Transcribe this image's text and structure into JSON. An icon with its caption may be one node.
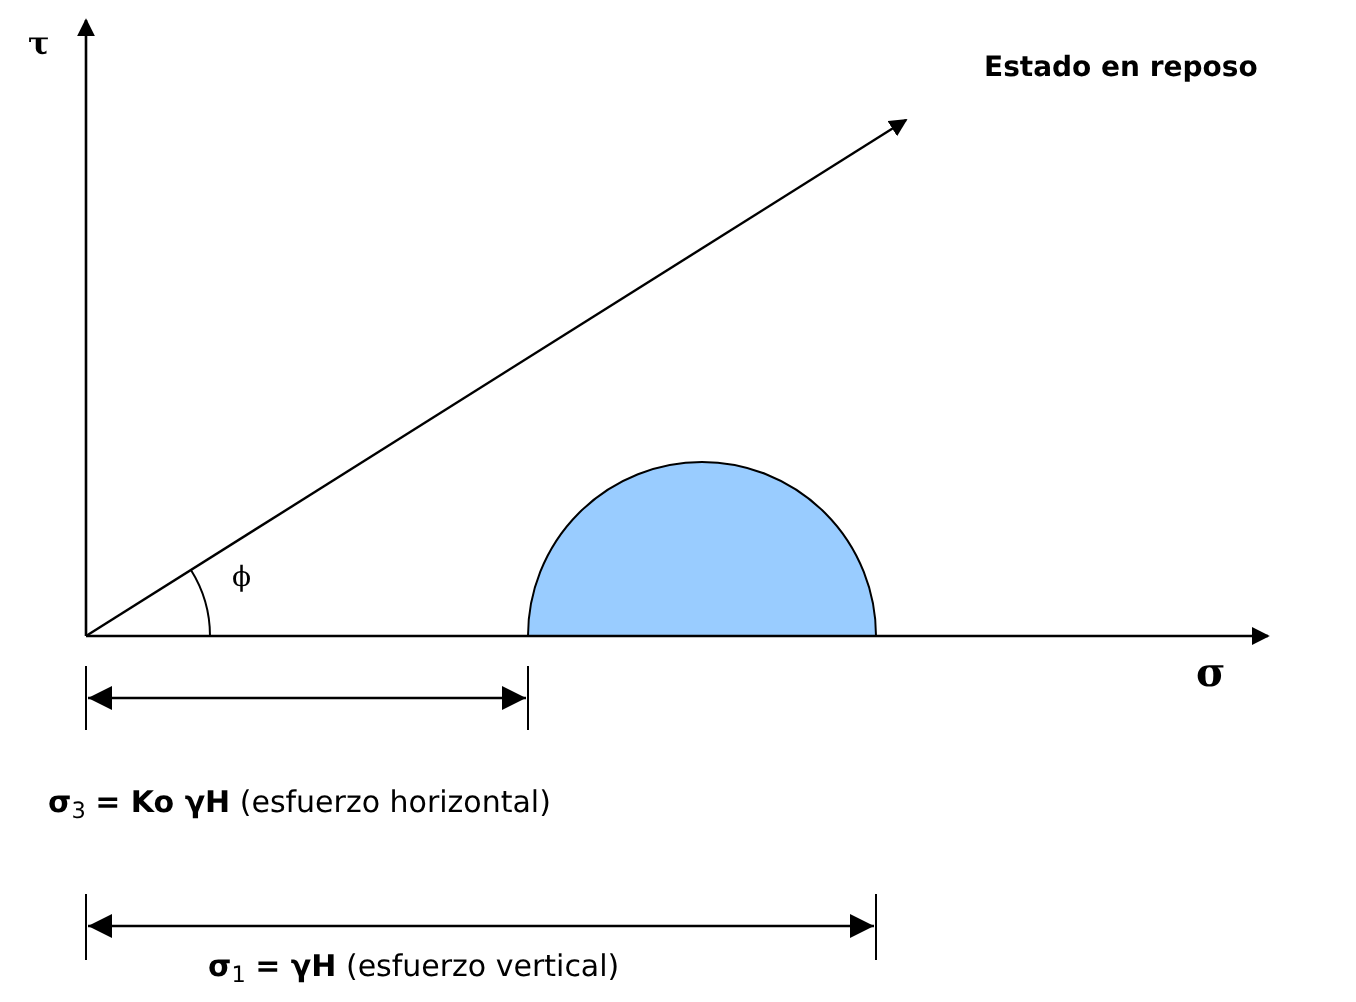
{
  "diagram": {
    "title": "Estado en reposo",
    "nodes": [
      {
        "text": [],
        "shape": "semicircle"
      }
    ],
    "labels": [
      "τ",
      "ϕ",
      "σ",
      "**σ**$_{3}$ **= Ko γH** (esfuerzo horizontal)",
      "**σ**$_{1}$ **= γH** (esfuerzo vertical)"
    ]
  }
}
